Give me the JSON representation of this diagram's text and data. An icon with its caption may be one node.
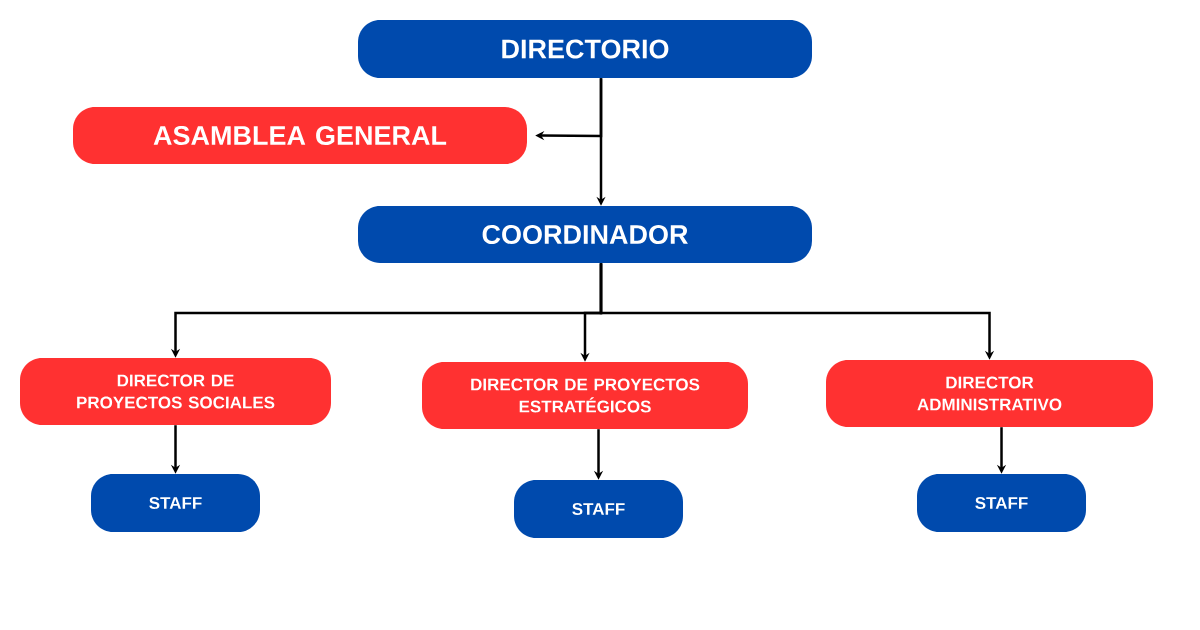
{
  "diagram": {
    "nodes": [
      {
        "text": [
          "DIRECTORIO"
        ]
      },
      {
        "text": [
          "ASAMBLEA GENERAL"
        ]
      },
      {
        "text": [
          "COORDINADOR"
        ]
      },
      {
        "text": [
          "DIRECTOR DE PROYECTOS SOCIALES"
        ]
      },
      {
        "text": [
          "DIRECTOR DE PROYECTOS ESTRATÉGICOS"
        ]
      },
      {
        "text": [
          "DIRECTOR ADMINISTRATIVO"
        ]
      },
      {
        "text": [
          "STAFF"
        ]
      },
      {
        "text": [
          "STAFF"
        ]
      },
      {
        "text": [
          "STAFF"
        ]
      }
    ],
    "edges": [
      {
        "from": 0,
        "to": 1,
        "arrow": "to"
      },
      {
        "from": 0,
        "to": 2,
        "arrow": "to"
      },
      {
        "from": 2,
        "to": 3,
        "arrow": "to"
      },
      {
        "from": 2,
        "to": 4,
        "arrow": "to"
      },
      {
        "from": 2,
        "to": 5,
        "arrow": "to"
      },
      {
        "from": 3,
        "to": 6,
        "arrow": "to"
      },
      {
        "from": 4,
        "to": 7,
        "arrow": "to"
      },
      {
        "from": 5,
        "to": 8,
        "arrow": "to"
      }
    ]
  }
}
